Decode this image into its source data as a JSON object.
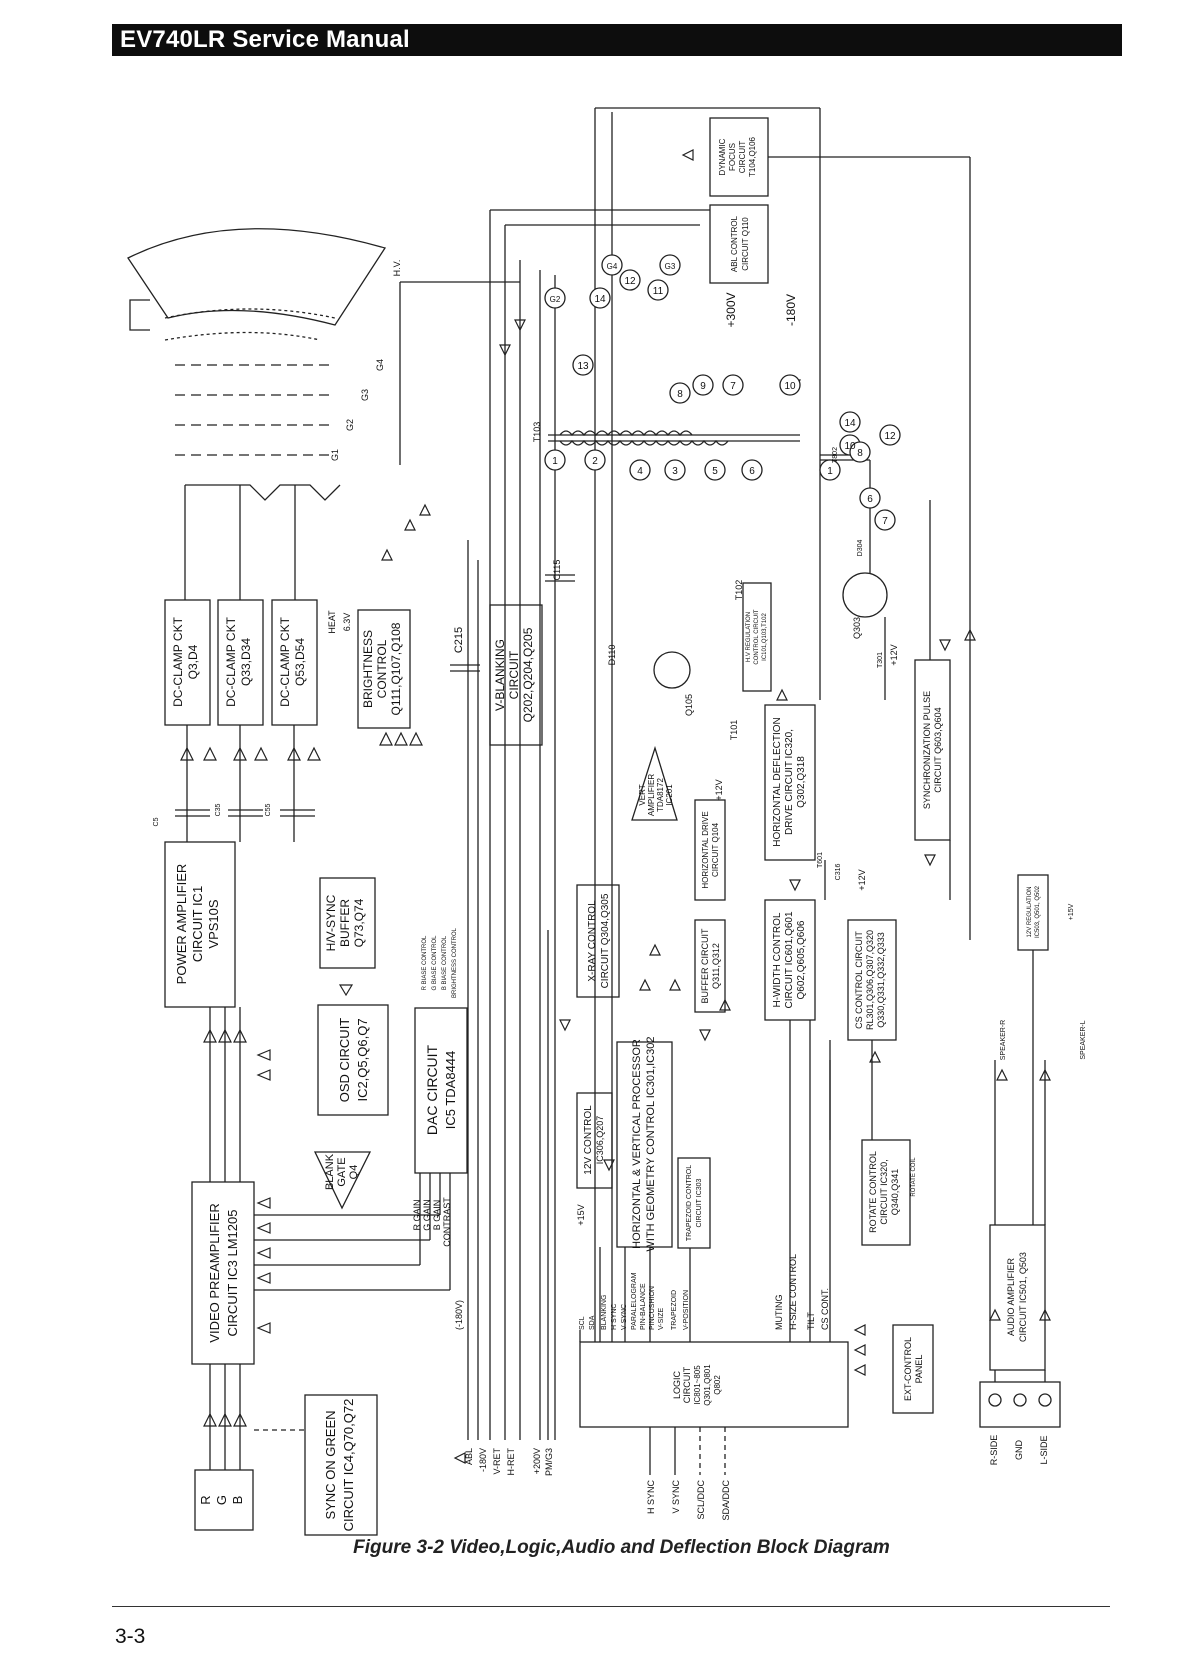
{
  "header": {
    "title": "EV740LR Service Manual"
  },
  "figure": {
    "caption": "Figure 3-2 Video,Logic,Audio and Deflection Block Diagram"
  },
  "footer": {
    "page_number": "3-3"
  },
  "blocks": {
    "rgb_input": [
      "R",
      "G",
      "B"
    ],
    "sync_on_green": [
      "SYNC ON GREEN",
      "CIRCUIT IC4,Q70,Q72"
    ],
    "video_preamp": [
      "VIDEO PREAMPLIFIER",
      "CIRCUIT IC3 LM1205"
    ],
    "power_amp": [
      "POWER AMPLIFIER",
      "CIRCUIT IC1",
      "VPS10S"
    ],
    "osd": [
      "OSD CIRCUIT",
      "IC2,Q5,Q6,Q7"
    ],
    "hv_sync_buffer": [
      "H/V-SYNC",
      "BUFFER",
      "Q73,Q74"
    ],
    "dac": [
      "DAC CIRCUIT",
      "IC5 TDA8444"
    ],
    "blank_gate": [
      "BLANK",
      "GATE",
      "Q4"
    ],
    "dc_clamp_1": [
      "DC-CLAMP CKT",
      "Q3,D4"
    ],
    "dc_clamp_2": [
      "DC-CLAMP CKT",
      "Q33,D34"
    ],
    "dc_clamp_3": [
      "DC-CLAMP CKT",
      "Q53,D54"
    ],
    "brightness": [
      "BRIGHTNESS",
      "CONTROL",
      "Q111,Q107,Q108"
    ],
    "vblank": [
      "V-BLANKING",
      "CIRCUIT",
      "Q202,Q204,Q205"
    ],
    "xray": [
      "X-RAY CONTROL",
      "CIRCUIT Q304,Q305"
    ],
    "ctrl_12v": [
      "12V CONTROL",
      "IC306,Q207"
    ],
    "hv_processor": [
      "HORIZONTAL & VERTICAL PROCESSOR",
      "WITH GEOMETRY CONTROL IC301,IC302"
    ],
    "trapezoid": [
      "TRAPEZOID CONTROL",
      "CIRCUIT IC303"
    ],
    "vert_amp": [
      "VERT",
      "AMPLIFIER",
      "TDA8172",
      "IC201"
    ],
    "horiz_drive": [
      "HORIZONTAL DRIVE",
      "CIRCUIT Q104"
    ],
    "buffer": [
      "BUFFER CIRCUIT",
      "Q311,Q312"
    ],
    "horiz_deflection": [
      "HORIZONTAL DEFLECTION",
      "DRIVE CIRCUIT IC320,",
      "Q302,Q318"
    ],
    "hwidth": [
      "H-WIDTH CONTROL",
      "CIRCUIT IC601,Q601",
      "Q602,Q605,Q606"
    ],
    "hv_regulation": [
      "H.V REGULATION",
      "CONTROL CIRCUIT",
      "IC101,Q103,T102"
    ],
    "cs_control": [
      "CS CONTROL CIRCUIT",
      "RL301,Q306,Q307,Q320",
      "Q330,Q331,Q332,Q333"
    ],
    "sync_pulse": [
      "SYNCHRONIZATION PULSE",
      "CIRCUIT Q603,Q604"
    ],
    "reg_12v": [
      "12V REGULATION",
      "IC503, Q501, Q502"
    ],
    "rotate": [
      "ROTATE CONTROL",
      "CIRCUIT IC320,",
      "Q340,Q341"
    ],
    "audio_amp": [
      "AUDIO AMPLIFIER",
      "CIRCUIT IC501, Q503"
    ],
    "logic": [
      "LOGIC",
      "CIRCUIT",
      "IC801~805",
      "Q301,Q801",
      "Q802"
    ],
    "ext_control": [
      "EXT-CONTROL",
      "PANEL"
    ],
    "dynamic_focus": [
      "DYNAMIC",
      "FOCUS",
      "CIRCUIT",
      "T104,Q106"
    ],
    "abl_control": [
      "ABL CONTROL",
      "CIRCUIT Q110"
    ]
  },
  "labels": {
    "dac_inputs": [
      "R GAIN",
      "G GAIN",
      "B GAIN",
      "CONTRAST"
    ],
    "dac_outputs": [
      "R BIASE CONTROL",
      "G BIASE CONTROL",
      "B BIASE CONTROL",
      "BRIGHTNESS CONTROL"
    ],
    "logic_outputs": [
      "SCL",
      "SDA",
      "BLANKING",
      "H SYNC",
      "V SYNC",
      "PARALELOGRAM",
      "PIN-BALANCE",
      "PINCUSHION",
      "V-SIZE",
      "TRAPEZOID",
      "V-POSITION",
      "MUTING",
      "H-SIZE CONTROL",
      "TILT",
      "CS CONT."
    ],
    "logic_inputs": [
      "H SYNC",
      "V SYNC",
      "SCL/DDC",
      "SDA/DDC"
    ],
    "supply_lines": [
      "ABL",
      "-180V",
      "V-RET",
      "H-RET",
      "+200V",
      "PM/G3"
    ],
    "misc": {
      "heat": "HEAT",
      "v63": "6.3V",
      "c215": "C215",
      "c115": "C115",
      "d110": "D110",
      "t102": "T102",
      "q105": "Q105",
      "t101": "T101",
      "v12": "+12V",
      "v15": "+15V",
      "v300": "+300V",
      "v180": "-180V",
      "t103": "T103",
      "t802": "T802",
      "q303": "Q303",
      "t301": "T301",
      "t601": "T601",
      "c316": "C316",
      "d304": "D304",
      "hv": "H.V.",
      "rotate_coil": "ROTATE COIL",
      "speaker_r": "SPEAKER-R",
      "speaker_l": "SPEAKER-L",
      "r_side": "R-SIDE",
      "gnd": "GND",
      "l_side": "L-SIDE",
      "c5": "C5",
      "c35": "C35",
      "c55": "C55",
      "g1": "G1",
      "g2": "G2",
      "g3": "G3",
      "g4": "G4",
      "neg180": "(-180V)"
    },
    "t103_pins": [
      "1",
      "2",
      "4",
      "3",
      "5",
      "6"
    ],
    "t802_pins": [
      "1",
      "6",
      "7"
    ],
    "t103_sec_pins": [
      "9",
      "7",
      "8",
      "10"
    ],
    "t802_sec_pins": [
      "14",
      "12",
      "10",
      "8"
    ],
    "focus_pins": [
      "14",
      "12",
      "11",
      "13"
    ],
    "grid_circles": [
      "G2",
      "G4",
      "G3"
    ]
  }
}
